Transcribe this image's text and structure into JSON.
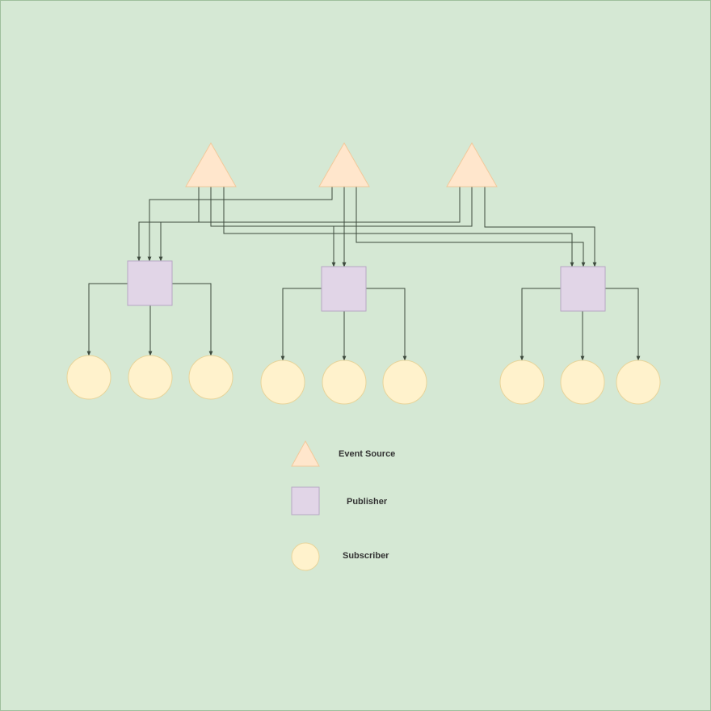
{
  "colors": {
    "background": "#d5e8d4",
    "event_source_fill": "#ffe6cc",
    "event_source_stroke": "#f2c99b",
    "publisher_fill": "#e1d5e7",
    "publisher_stroke": "#b7a6c4",
    "subscriber_fill": "#fff2cc",
    "subscriber_stroke": "#e7d49a",
    "connector": "#3d4a3d",
    "border": "#9fbf9c"
  },
  "diagram": {
    "event_sources": 3,
    "publishers": 3,
    "subscribers_per_publisher": 3,
    "connections": [
      {
        "from": "event-source-1",
        "to": "publisher-1"
      },
      {
        "from": "event-source-1",
        "to": "publisher-2"
      },
      {
        "from": "event-source-1",
        "to": "publisher-3"
      },
      {
        "from": "event-source-2",
        "to": "publisher-1"
      },
      {
        "from": "event-source-2",
        "to": "publisher-2"
      },
      {
        "from": "event-source-2",
        "to": "publisher-3"
      },
      {
        "from": "event-source-3",
        "to": "publisher-1"
      },
      {
        "from": "event-source-3",
        "to": "publisher-2"
      },
      {
        "from": "event-source-3",
        "to": "publisher-3"
      }
    ]
  },
  "legend": {
    "event_source": "Event Source",
    "publisher": "Publisher",
    "subscriber": "Subscriber"
  }
}
